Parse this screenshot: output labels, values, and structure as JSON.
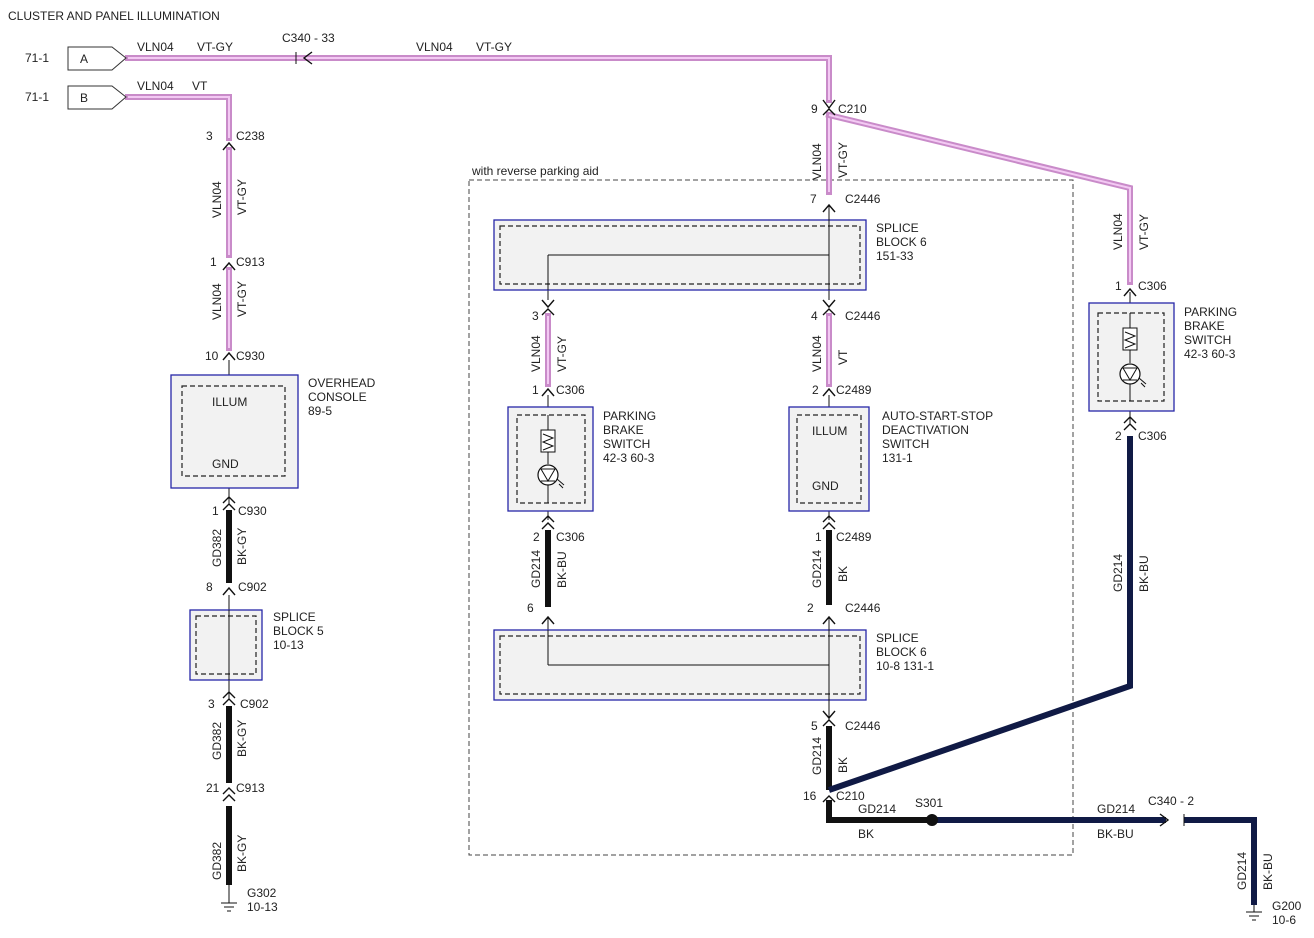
{
  "title": "CLUSTER AND PANEL ILLUMINATION",
  "inputs": [
    {
      "ref": "71-1",
      "pin": "A"
    },
    {
      "ref": "71-1",
      "pin": "B"
    }
  ],
  "region_label": "with reverse parking aid",
  "connectors": {
    "c340_33": "C340  -  33",
    "c340_2": "C340  -  2",
    "c238_pin": "3",
    "c238": "C238",
    "c913a_pin": "1",
    "c913a": "C913",
    "c930a_pin": "10",
    "c930a": "C930",
    "c930b_pin": "1",
    "c930b": "C930",
    "c902a_pin": "8",
    "c902a": "C902",
    "c902b_pin": "3",
    "c902b": "C902",
    "c913b_pin": "21",
    "c913b": "C913",
    "c210a_pin": "9",
    "c210a": "C210",
    "c2446a_pin": "7",
    "c2446a": "C2446",
    "c2446b_pin": "4",
    "c2446b": "C2446",
    "c2489a_pin": "2",
    "c2489a": "C2489",
    "c2489b_pin": "1",
    "c2489b": "C2489",
    "c2446c_pin": "2",
    "c2446c": "C2446",
    "c2446d_pin": "5",
    "c2446d": "C2446",
    "c210b_pin": "16",
    "c210b": "C210",
    "s301": "S301",
    "spl6_left_pin3": "3",
    "c306a_pin": "1",
    "c306a": "C306",
    "c306b_pin": "2",
    "c306b": "C306",
    "spl6_left_pin6": "6",
    "c306c_pin": "1",
    "c306c": "C306",
    "c306d_pin": "2",
    "c306d": "C306"
  },
  "wires": {
    "top_left_code": "VLN04",
    "top_left_color": "VT-GY",
    "top_right_code": "VLN04",
    "top_right_color": "VT-GY",
    "b_code": "VLN04",
    "b_color": "VT",
    "w1_code": "VLN04",
    "w1_color": "VT-GY",
    "w2_code": "VLN04",
    "w2_color": "VT-GY",
    "w3_code": "GD382",
    "w3_color": "BK-GY",
    "w4_code": "GD382",
    "w4_color": "BK-GY",
    "w5_code": "GD382",
    "w5_color": "BK-GY",
    "c1_code": "VLN04",
    "c1_color": "VT-GY",
    "c2_code": "VLN04",
    "c2_color": "VT",
    "c3_code": "GD214",
    "c3_color": "BK",
    "c4_code": "GD214",
    "c4_color": "BK",
    "l1_code": "VLN04",
    "l1_color": "VT-GY",
    "l2_code": "GD214",
    "l2_color": "BK-BU",
    "r1_code": "VLN04",
    "r1_color": "VT-GY",
    "r2_code": "GD214",
    "r2_color": "BK-BU",
    "g1_code": "GD214",
    "g1_color": "BK",
    "g2_code": "GD214",
    "g2_color": "BK-BU",
    "g3_code": "GD214",
    "g3_color": "BK-BU"
  },
  "components": {
    "overhead_console": {
      "name_line1": "OVERHEAD",
      "name_line2": "CONSOLE",
      "ref": "89-5",
      "pin_top": "ILLUM",
      "pin_bottom": "GND"
    },
    "splice_block_5": {
      "name_line1": "SPLICE",
      "name_line2": "BLOCK 5",
      "ref": "10-13"
    },
    "splice_block_6_top": {
      "name_line1": "SPLICE",
      "name_line2": "BLOCK 6",
      "ref": "151-33"
    },
    "splice_block_6_bottom": {
      "name_line1": "SPLICE",
      "name_line2": "BLOCK 6",
      "ref": "10-8     131-1"
    },
    "parking_brake_switch_left": {
      "name_line1": "PARKING",
      "name_line2": "BRAKE",
      "name_line3": "SWITCH",
      "ref": "42-3     60-3"
    },
    "parking_brake_switch_right": {
      "name_line1": "PARKING",
      "name_line2": "BRAKE",
      "name_line3": "SWITCH",
      "ref": "42-3     60-3"
    },
    "auto_start_stop": {
      "name_line1": "AUTO-START-STOP",
      "name_line2": "DEACTIVATION",
      "name_line3": "SWITCH",
      "ref": "131-1",
      "pin_top": "ILLUM",
      "pin_bottom": "GND"
    }
  },
  "grounds": [
    {
      "name": "G302",
      "ref": "10-13"
    },
    {
      "name": "G200",
      "ref": "10-6"
    }
  ],
  "colors": {
    "violet_wire": "#c98bc9",
    "black_wire": "#111111",
    "navy_wire": "#101a45",
    "box_outline": "#2727a8"
  }
}
